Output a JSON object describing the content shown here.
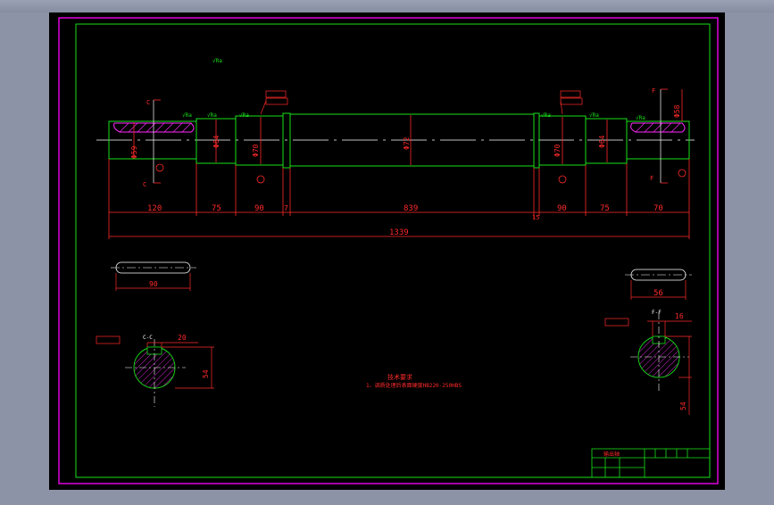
{
  "drawing": {
    "colors": {
      "background": "#000000",
      "outer_border": "#ff00ff",
      "inner_border": "#00ff00",
      "dimension": "#ff2a2a",
      "outline": "#18e018",
      "centerline": "#ffffff",
      "hatch": "#ff2aff"
    },
    "dimensions": {
      "seg1": "120",
      "seg2": "75",
      "seg3": "90",
      "seg4": "7",
      "seg5": "839",
      "seg6": "15",
      "seg7": "90",
      "seg8": "75",
      "seg9": "70",
      "total": "1339",
      "key_left_len": "90",
      "key_right_len": "56",
      "left_key_width": "20",
      "left_key_depth": "54",
      "right_key_width": "16",
      "right_key_depth": "54"
    },
    "diameters": {
      "d1": "Φ59",
      "d2": "Φ64",
      "d3": "Φ70",
      "d4": "Φ72",
      "d5": "Φ70",
      "d6": "Φ64",
      "d7": "Φ58"
    },
    "section_labels": {
      "left_cut": "C",
      "right_cut": "F",
      "left_section": "C-C",
      "right_section": "F-F"
    },
    "notes": {
      "heading": "技术要求",
      "line1": "1、调质处理后表面硬度HB220-250HBS"
    },
    "surface_marks": {
      "roughness": "√Ra"
    },
    "title_block": {
      "name": "输出轴"
    }
  }
}
